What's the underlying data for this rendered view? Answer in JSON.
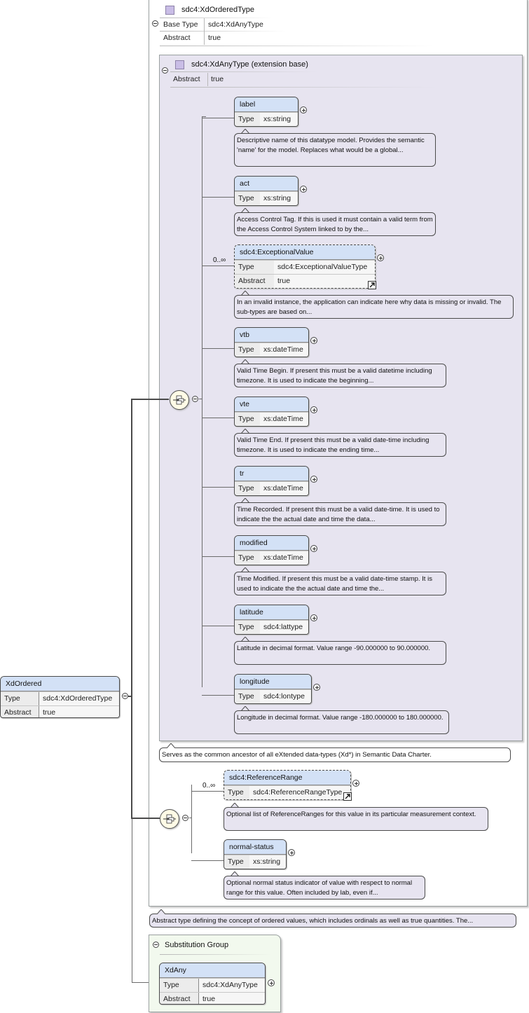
{
  "root": {
    "name": "XdOrdered",
    "type_label": "Type",
    "type_value": "sdc4:XdOrderedType",
    "abstract_label": "Abstract",
    "abstract_value": "true"
  },
  "ordered_type": {
    "title": "sdc4:XdOrderedType",
    "base_type_label": "Base Type",
    "base_type_value": "sdc4:XdAnyType",
    "abstract_label": "Abstract",
    "abstract_value": "true"
  },
  "any_type": {
    "title": "sdc4:XdAnyType (extension base)",
    "abstract_label": "Abstract",
    "abstract_value": "true",
    "doc": "Serves as the common ancestor of all eXtended data-types (Xd*) in Semantic Data Charter."
  },
  "elements": [
    {
      "name": "label",
      "type_label": "Type",
      "type": "xs:string",
      "doc": "Descriptive name of this datatype model. Provides the semantic 'name' for the model. Replaces what would be a global..."
    },
    {
      "name": "act",
      "type_label": "Type",
      "type": "xs:string",
      "doc": "Access Control Tag. If this is used it must contain a valid term from the Access Control System linked to by the..."
    },
    {
      "name": "sdc4:ExceptionalValue",
      "type_label": "Type",
      "type": "sdc4:ExceptionalValueType",
      "abstract_label": "Abstract",
      "abstract": "true",
      "cardinality": "0..∞",
      "doc": "In an invalid instance, the application can indicate here why data is missing or invalid. The sub-types are based on..."
    },
    {
      "name": "vtb",
      "type_label": "Type",
      "type": "xs:dateTime",
      "doc": "Valid Time Begin. If present this must be a valid datetime including timezone. It is used to indicate the beginning..."
    },
    {
      "name": "vte",
      "type_label": "Type",
      "type": "xs:dateTime",
      "doc": "Valid Time End. If present this must be a valid date-time including timezone. It is used to indicate the ending time..."
    },
    {
      "name": "tr",
      "type_label": "Type",
      "type": "xs:dateTime",
      "doc": "Time Recorded. If present this must be a valid date-time. It is used to indicate the the actual date and time the data..."
    },
    {
      "name": "modified",
      "type_label": "Type",
      "type": "xs:dateTime",
      "doc": "Time Modified. If present this must be a valid date-time stamp. It is used to indicate the the actual date and time the..."
    },
    {
      "name": "latitude",
      "type_label": "Type",
      "type": "sdc4:lattype",
      "doc": "Latitude in decimal format. Value range -90.000000 to 90.000000."
    },
    {
      "name": "longitude",
      "type_label": "Type",
      "type": "sdc4:lontype",
      "doc": "Longitude in decimal format. Value range -180.000000 to 180.000000."
    }
  ],
  "ordered_elements": [
    {
      "name": "sdc4:ReferenceRange",
      "type_label": "Type",
      "type": "sdc4:ReferenceRangeType",
      "cardinality": "0..∞",
      "doc": "Optional list of ReferenceRanges for this value in its particular measurement context."
    },
    {
      "name": "normal-status",
      "type_label": "Type",
      "type": "xs:string",
      "doc": "Optional normal status indicator of value with respect to normal range for this value. Often included by lab, even if..."
    }
  ],
  "ordered_doc": "Abstract type defining the concept of ordered values, which includes ordinals as well as true quantities. The...",
  "substitution": {
    "title": "Substitution Group",
    "name": "XdAny",
    "type_label": "Type",
    "type_value": "sdc4:XdAnyType",
    "abstract_label": "Abstract",
    "abstract_value": "true"
  },
  "colors": {
    "element_header": "#d3e1f6",
    "doc_background": "#e7e4f0",
    "extension_background": "#e7e4f0",
    "substitution_background": "#f2f9ee",
    "sequence_fill": "#fffbe6"
  }
}
